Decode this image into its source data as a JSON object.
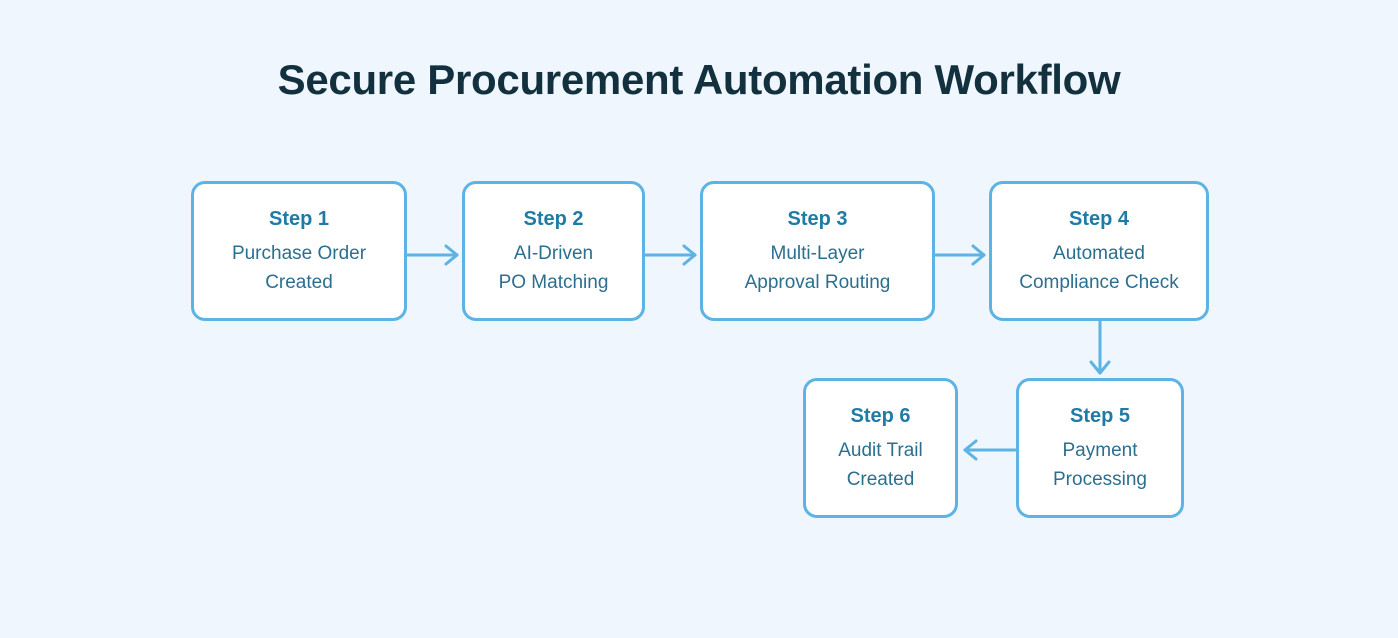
{
  "diagram": {
    "title": "Secure Procurement Automation Workflow",
    "background_color": "#eff6fd",
    "title_color": "#12303d",
    "box_border_color": "#5cb3e4",
    "box_fill_color": "#ffffff",
    "step_title_color": "#1f7ba6",
    "step_desc_color": "#2b6f8f",
    "arrow_color": "#5cb3e4",
    "steps": [
      {
        "title": "Step 1",
        "desc": "Purchase Order\nCreated"
      },
      {
        "title": "Step 2",
        "desc": "AI-Driven\nPO Matching"
      },
      {
        "title": "Step 3",
        "desc": "Multi-Layer\nApproval Routing"
      },
      {
        "title": "Step 4",
        "desc": "Automated\nCompliance Check"
      },
      {
        "title": "Step 5",
        "desc": "Payment\nProcessing"
      },
      {
        "title": "Step 6",
        "desc": "Audit Trail\nCreated"
      }
    ],
    "connectors": [
      {
        "name": "arrow-step1-to-step2",
        "direction": "right"
      },
      {
        "name": "arrow-step2-to-step3",
        "direction": "right"
      },
      {
        "name": "arrow-step3-to-step4",
        "direction": "right"
      },
      {
        "name": "arrow-step4-to-step5",
        "direction": "down"
      },
      {
        "name": "arrow-step5-to-step6",
        "direction": "left"
      }
    ]
  }
}
